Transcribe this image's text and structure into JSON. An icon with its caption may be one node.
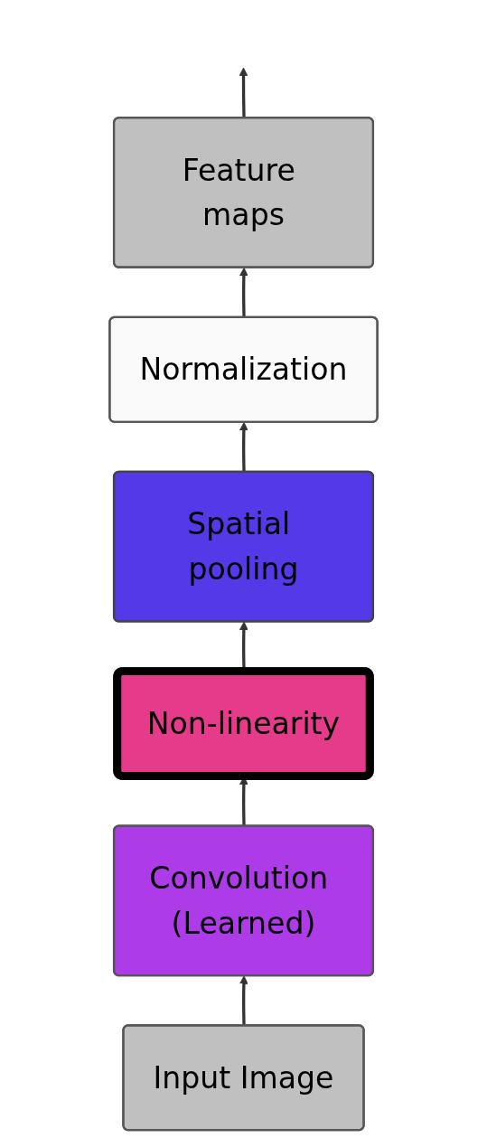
{
  "diagram": {
    "nodes": [
      {
        "text": [
          "Feature maps"
        ]
      },
      {
        "text": [
          "Normalization"
        ]
      },
      {
        "text": [
          "Spatial pooling"
        ]
      },
      {
        "text": [
          "Non-linearity"
        ]
      },
      {
        "text": [
          "Convolution (Learned)"
        ]
      },
      {
        "text": [
          "Input Image"
        ]
      }
    ],
    "edges": [
      {
        "from": 5,
        "to": 4,
        "arrow": "to"
      },
      {
        "from": 4,
        "to": 3,
        "arrow": "to"
      },
      {
        "from": 3,
        "to": 2,
        "arrow": "to"
      },
      {
        "from": 2,
        "to": 1,
        "arrow": "to"
      },
      {
        "from": 1,
        "to": 0,
        "arrow": "to"
      },
      {
        "from": 0,
        "to": null,
        "arrow": "to"
      }
    ]
  }
}
